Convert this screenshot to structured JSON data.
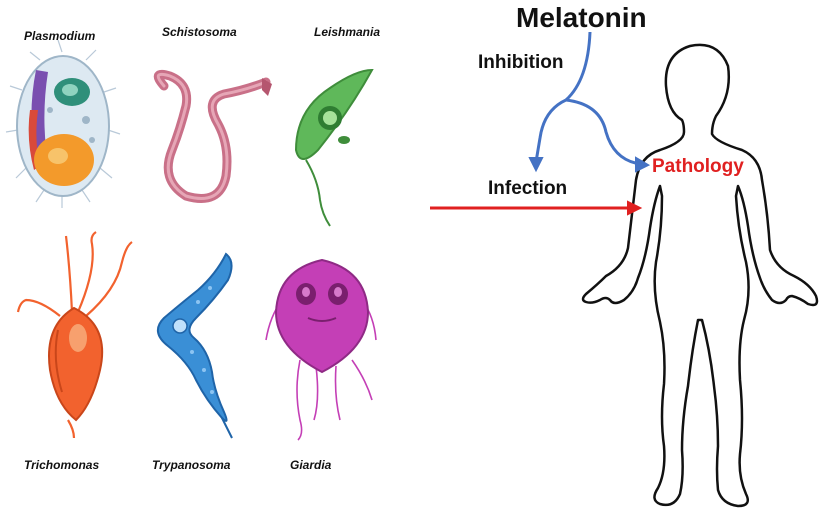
{
  "parasites": [
    {
      "name": "Plasmodium",
      "color": "#f39a2b"
    },
    {
      "name": "Schistosoma",
      "color": "#c97088"
    },
    {
      "name": "Leishmania",
      "color": "#5fb85a"
    },
    {
      "name": "Trichomonas",
      "color": "#f2622e"
    },
    {
      "name": "Trypanosoma",
      "color": "#3a8fd6"
    },
    {
      "name": "Giardia",
      "color": "#c43fb6"
    }
  ],
  "diagram": {
    "title": "Melatonin",
    "inhibition_label": "Inhibition",
    "infection_label": "Infection",
    "pathology_label": "Pathology",
    "colors": {
      "inhibition_arrow": "#4472c4",
      "infection_arrow": "#e02020",
      "pathology_text": "#e02020",
      "body_outline": "#111111"
    }
  }
}
